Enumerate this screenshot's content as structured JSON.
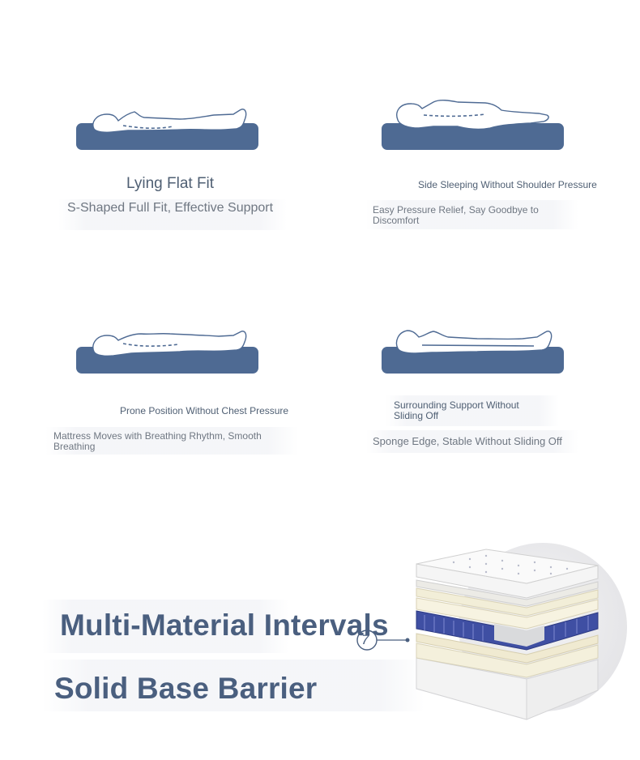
{
  "positions": [
    {
      "title": "Lying Flat Fit",
      "desc": "S-Shaped Full Fit, Effective Support",
      "figure": "back-lying-figure-icon"
    },
    {
      "title": "Side Sleeping Without Shoulder Pressure",
      "desc": "Easy Pressure Relief, Say Goodbye to Discomfort",
      "figure": "side-lying-figure-icon"
    },
    {
      "title": "Prone Position Without Chest Pressure",
      "desc": "Mattress Moves with Breathing Rhythm, Smooth Breathing",
      "figure": "prone-figure-icon"
    },
    {
      "title": "Surrounding Support Without Sliding Off",
      "desc": "Sponge Edge, Stable Without Sliding Off",
      "figure": "edge-lying-figure-icon"
    }
  ],
  "features": {
    "line1": "Multi-Material Intervals",
    "line2": "Solid Base Barrier",
    "callout_number": "7"
  },
  "colors": {
    "mattress_blue": "#4e6a93",
    "heading_blue": "#4a5f7f",
    "spring_blue": "#3f4fa3"
  }
}
